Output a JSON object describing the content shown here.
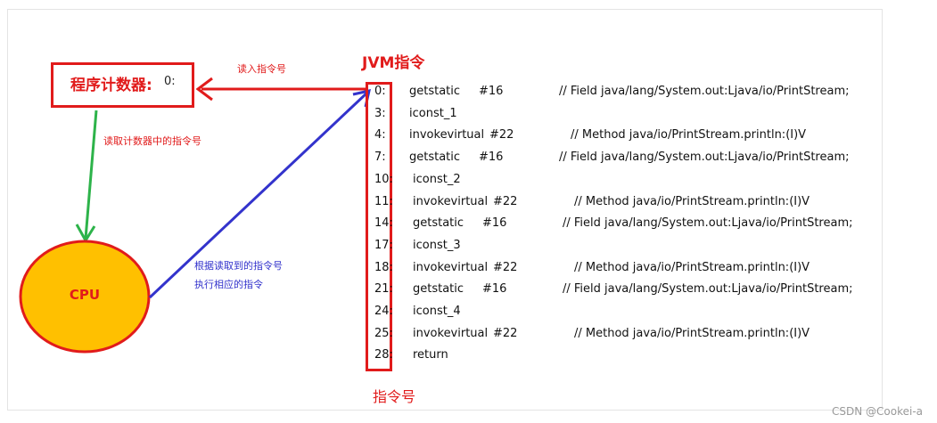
{
  "pc": {
    "label": "程序计数器:",
    "value": "0:"
  },
  "annotations": {
    "read_in": "读入指令号",
    "read_pc": "读取计数器中的指令号",
    "execute_line1": "根据读取到的指令号",
    "execute_line2": "执行相应的指令"
  },
  "jvm_title": "JVM指令",
  "index_label": "指令号",
  "cpu": {
    "label": "CPU"
  },
  "colors": {
    "red": "#e11b1b",
    "green": "#2db34a",
    "blue": "#3333cc",
    "cpu_fill": "#ffc000"
  },
  "instructions": [
    {
      "idx": "0:",
      "op": "getstatic",
      "arg": "#16",
      "comment": "// Field java/lang/System.out:Ljava/io/PrintStream;"
    },
    {
      "idx": "3:",
      "op": "iconst_1",
      "arg": "",
      "comment": ""
    },
    {
      "idx": "4:",
      "op": "invokevirtual",
      "arg": "#22",
      "comment": "// Method java/io/PrintStream.println:(I)V"
    },
    {
      "idx": "7:",
      "op": "getstatic",
      "arg": "#16",
      "comment": "// Field java/lang/System.out:Ljava/io/PrintStream;"
    },
    {
      "idx": "10:",
      "op": "iconst_2",
      "arg": "",
      "comment": ""
    },
    {
      "idx": "11:",
      "op": "invokevirtual",
      "arg": "#22",
      "comment": "// Method java/io/PrintStream.println:(I)V"
    },
    {
      "idx": "14:",
      "op": "getstatic",
      "arg": "#16",
      "comment": "// Field java/lang/System.out:Ljava/io/PrintStream;"
    },
    {
      "idx": "17:",
      "op": "iconst_3",
      "arg": "",
      "comment": ""
    },
    {
      "idx": "18:",
      "op": "invokevirtual",
      "arg": "#22",
      "comment": "// Method java/io/PrintStream.println:(I)V"
    },
    {
      "idx": "21:",
      "op": "getstatic",
      "arg": "#16",
      "comment": "// Field java/lang/System.out:Ljava/io/PrintStream;"
    },
    {
      "idx": "24:",
      "op": "iconst_4",
      "arg": "",
      "comment": ""
    },
    {
      "idx": "25:",
      "op": "invokevirtual",
      "arg": "#22",
      "comment": "// Method java/io/PrintStream.println:(I)V"
    },
    {
      "idx": "28:",
      "op": "return",
      "arg": "",
      "comment": ""
    }
  ],
  "watermark": "CSDN @Cookei-a"
}
